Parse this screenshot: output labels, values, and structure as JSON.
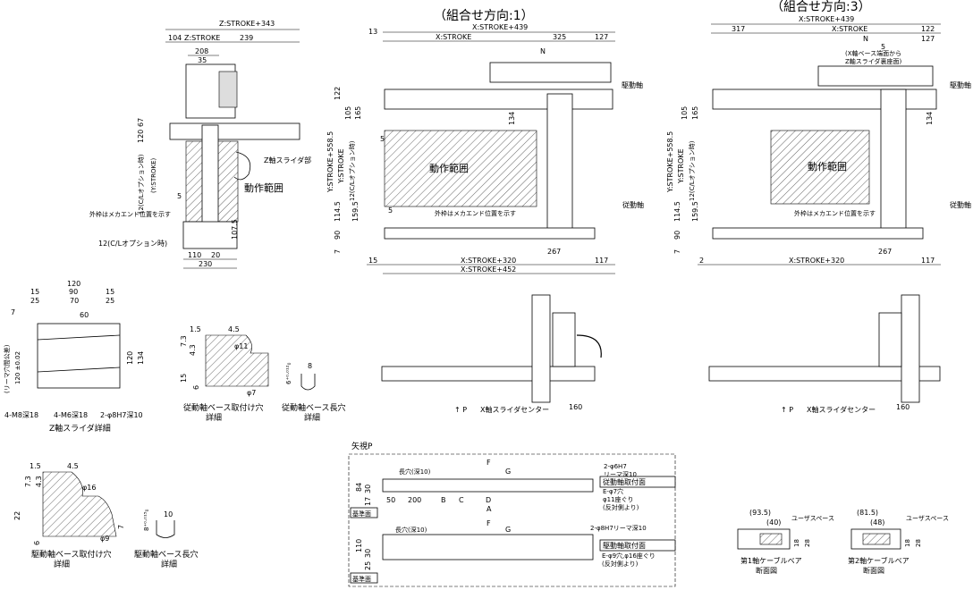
{
  "titles": {
    "combo1": "（組合せ方向:1）",
    "combo3": "（組合せ方向:3）"
  },
  "side": {
    "z_stroke_343": "Z:STROKE+343",
    "d104": "104",
    "z_stroke": "Z:STROKE",
    "d239": "239",
    "d208": "208",
    "d35": "35",
    "d67": "67",
    "d120": "120",
    "y_stroke": "(Y:STROKE)",
    "cl_opt_rot": "12(C/Lオプション時)",
    "z_slider_label": "Z軸スライダ部",
    "range": "動作範囲",
    "d5": "5",
    "outer_note": "外枠はメカエンド位置を示す",
    "cl_opt": "12(C/Lオプション時)",
    "d107_5": "107.5",
    "d110": "110",
    "d20": "20",
    "d230": "230"
  },
  "combo1": {
    "d13": "13",
    "x_stroke_439": "X:STROKE+439",
    "x_stroke": "X:STROKE",
    "d325": "325",
    "d127": "127",
    "n": "N",
    "drive_shaft": "駆動軸",
    "d122": "122",
    "d105": "105",
    "d165": "165",
    "d134": "134",
    "y_stroke_5585": "Y:STROKE+558.5",
    "y_stroke": "Y:STROKE",
    "cl_opt": "12(C/Lオプション時)",
    "range": "動作範囲",
    "d5": "5",
    "outer_note": "外枠はメカエンド位置を示す",
    "d5b": "5",
    "driven_shaft": "従動軸",
    "d114_5": "114.5",
    "d159_5": "159.5",
    "d90": "90",
    "d7": "7",
    "d267": "267",
    "d15": "15",
    "x_stroke_320": "X:STROKE+320",
    "d117": "117",
    "x_stroke_452": "X:STROKE+452"
  },
  "combo3": {
    "x_stroke_439": "X:STROKE+439",
    "d317": "317",
    "d122": "122",
    "x_stroke": "X:STROKE",
    "n": "N",
    "d127": "127",
    "d5": "5",
    "note_line1": "(X軸ベース端面から",
    "note_line2": "Z軸スライダ裏座面)",
    "drive_shaft": "駆動軸",
    "d105": "105",
    "d165": "165",
    "d134": "134",
    "y_stroke_5585": "Y:STROKE+558.5",
    "y_stroke": "Y:STROKE",
    "cl_opt": "12(C/Lオプション時)",
    "range": "動作範囲",
    "outer_note": "外枠はメカエンド位置を示す",
    "driven_shaft": "従動軸",
    "d114_5": "114.5",
    "d159_5": "159.5",
    "d90": "90",
    "d7": "7",
    "d267": "267",
    "d2": "2",
    "x_stroke_320": "X:STROKE+320",
    "d117": "117"
  },
  "zslider": {
    "d120": "120",
    "d15a": "15",
    "d90": "90",
    "d15b": "15",
    "d25a": "25",
    "d70": "70",
    "d25b": "25",
    "d60": "60",
    "d7": "7",
    "ream": "(リーマ穴間公差)",
    "d120tol": "120 ±0.02",
    "d120v": "120",
    "d134": "134",
    "m8": "4-M8深18",
    "m6": "4-M6深18",
    "h7": "2-φ8H7深10",
    "caption": "Z軸スライダ詳細"
  },
  "drivenhole": {
    "d1_5": "1.5",
    "d4_5": "4.5",
    "d7_3": "7.3",
    "d4_3": "4.3",
    "phi11": "φ11",
    "d15": "15",
    "d6": "6",
    "phi7": "φ7",
    "caption1": "従動軸ベース取付け穴",
    "caption2": "詳細"
  },
  "drivenslot": {
    "tol": "6⁺⁰·⁰¹²₀",
    "d8": "8",
    "caption1": "従動軸ベース長穴",
    "caption2": "詳細"
  },
  "drivehole": {
    "d1_5": "1.5",
    "d4_5": "4.5",
    "d7_3": "7.3",
    "d4_3": "4.3",
    "phi16": "φ16",
    "d22": "22",
    "d7": "7",
    "d6": "6",
    "phi9": "φ9",
    "caption1": "駆動軸ベース取付け穴",
    "caption2": "詳細"
  },
  "driveslot": {
    "tol": "8⁺⁰·⁰¹⁵₀",
    "d10": "10",
    "caption1": "駆動軸ベース長穴",
    "caption2": "詳細"
  },
  "mid": {
    "p": "↑ P",
    "xslider": "X軸スライダセンター",
    "d160": "160"
  },
  "mid3": {
    "p": "↑ P",
    "xslider": "X軸スライダセンター",
    "d160": "160"
  },
  "viewp": {
    "title": "矢視P",
    "f": "F",
    "g": "G",
    "slot": "長穴(深10)",
    "h7": "2-φ6H7",
    "ream": "リーマ深10",
    "driven_mount": "従動軸取付面",
    "d84": "84",
    "d30": "30",
    "d17": "17",
    "d50": "50",
    "d200": "200",
    "b": "B",
    "c": "C",
    "d": "D",
    "a": "A",
    "e1": "E-φ7穴",
    "e2": "φ11座ぐり",
    "e3": "(反対側より)",
    "base": "基準面",
    "f2": "F",
    "slot2": "長穴(深10)",
    "g2": "G",
    "h7_2": "2-φ8H7リーマ深10",
    "drive_mount": "駆動軸取付面",
    "d110": "110",
    "d30b": "30",
    "d25": "25",
    "e4": "E-φ9穴,φ16座ぐり",
    "e5": "(反対側より)",
    "base2": "基準面"
  },
  "cable1": {
    "d93_5": "(93.5)",
    "d40": "(40)",
    "user": "ユーザスペース",
    "d18": "18",
    "d28": "28",
    "cap1": "第1軸ケーブルベア",
    "cap2": "断面図"
  },
  "cable2": {
    "d81_5": "(81.5)",
    "d48": "(48)",
    "user": "ユーザスペース",
    "d18": "18",
    "d28": "28",
    "cap1": "第2軸ケーブルベア",
    "cap2": "断面図"
  }
}
